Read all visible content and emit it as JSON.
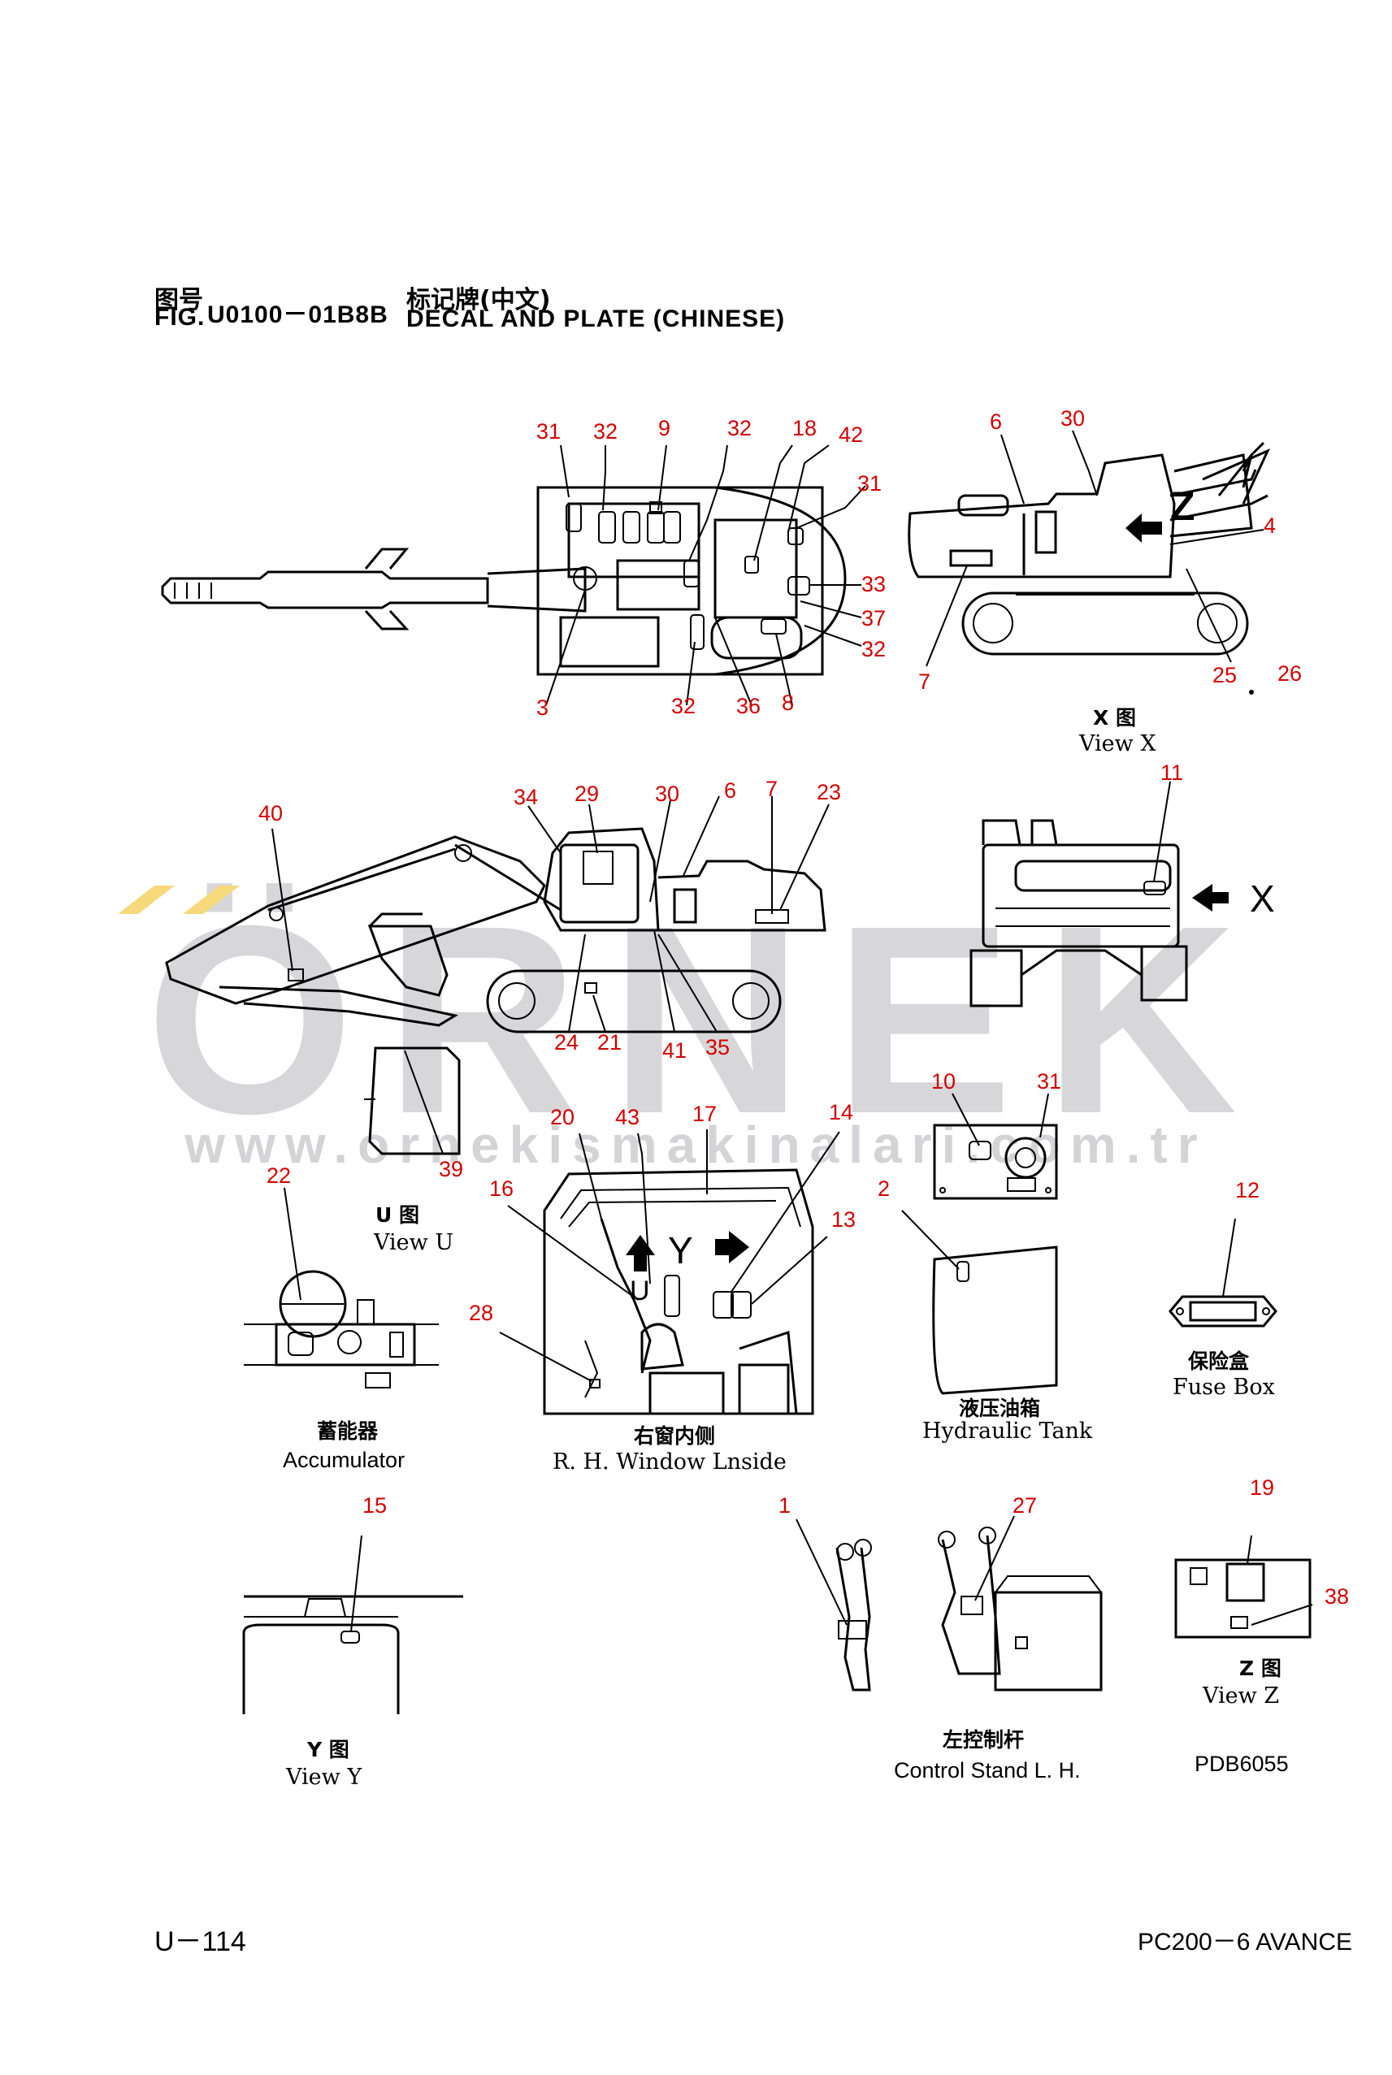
{
  "header": {
    "fig_cn": "图号",
    "fig_en": "FIG.",
    "fig_no": "U0100－01B8B",
    "title_cn": "标记牌(中文)",
    "title_en": "DECAL AND PLATE (CHINESE)"
  },
  "watermark": {
    "logo": "ÖRNEK",
    "url": "www.ornekismakinalari.com.tr",
    "accent_color": "#f5d97a",
    "text_color": "#d6d6d9"
  },
  "callouts": {
    "top_view": [
      "31",
      "32",
      "9",
      "32",
      "18",
      "42",
      "31",
      "33",
      "37",
      "32",
      "8",
      "36",
      "32",
      "3"
    ],
    "view_x_side": [
      "6",
      "30",
      "4",
      "7",
      "25",
      "26"
    ],
    "main_side": [
      "40",
      "34",
      "29",
      "30",
      "6",
      "7",
      "23",
      "24",
      "21",
      "41",
      "35"
    ],
    "rear_view": [
      "11"
    ],
    "view_u": [
      "39"
    ],
    "window": [
      "20",
      "43",
      "17",
      "14",
      "16",
      "13",
      "28"
    ],
    "view_z_box": [
      "10",
      "31"
    ],
    "accumulator": [
      "22"
    ],
    "hydraulic_tank": [
      "2"
    ],
    "fuse_box": [
      "12"
    ],
    "view_y": [
      "15"
    ],
    "control_stand": [
      "1",
      "27"
    ],
    "view_z": [
      "19",
      "38"
    ]
  },
  "captions": {
    "view_x_cn": "X 图",
    "view_x_en": "View X",
    "rear_arrow": "X",
    "view_u_cn": "U 图",
    "view_u_en": "View U",
    "accumulator_cn": "蓄能器",
    "accumulator_en": "Accumulator",
    "window_cn": "右窗内侧",
    "window_en": "R. H. Window Lnside",
    "window_y": "Y",
    "window_u": "U",
    "tank_cn": "液压油箱",
    "tank_en": "Hydraulic Tank",
    "fuse_cn": "保险盒",
    "fuse_en": "Fuse Box",
    "view_y_cn": "Y 图",
    "view_y_en": "View Y",
    "control_cn": "左控制杆",
    "control_en": "Control Stand L. H.",
    "view_z_cn": "Z 图",
    "view_z_en": "View Z",
    "view_x_z": "Z",
    "drawing_no": "PDB6055"
  },
  "footer": {
    "page": "U－114",
    "model": "PC200－6 AVANCE"
  },
  "colors": {
    "callout": "#d40000",
    "line": "#000000"
  }
}
